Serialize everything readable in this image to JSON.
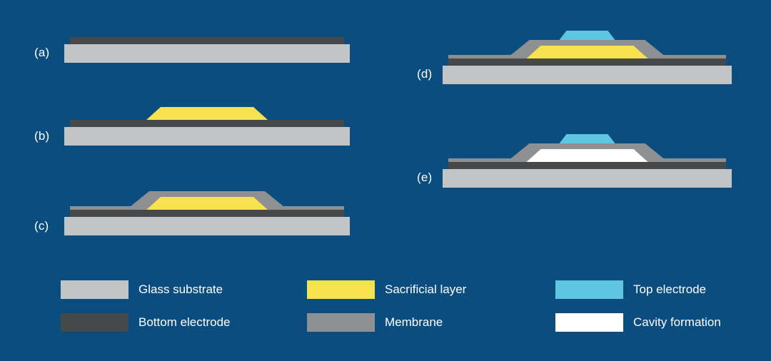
{
  "colors": {
    "background": "#0c4d7f",
    "glass_substrate": "#c3c4c6",
    "bottom_electrode": "#46484a",
    "sacrificial_layer": "#f6e14f",
    "membrane": "#8e9091",
    "top_electrode": "#5ec6e3",
    "cavity": "#ffffff",
    "text": "#ffffff"
  },
  "panels": [
    {
      "label": "(a)",
      "layers": [
        "glass_substrate",
        "bottom_electrode"
      ]
    },
    {
      "label": "(b)",
      "layers": [
        "glass_substrate",
        "bottom_electrode",
        "sacrificial_layer"
      ]
    },
    {
      "label": "(c)",
      "layers": [
        "glass_substrate",
        "bottom_electrode",
        "sacrificial_layer",
        "membrane"
      ]
    },
    {
      "label": "(d)",
      "layers": [
        "glass_substrate",
        "bottom_electrode",
        "sacrificial_layer",
        "membrane",
        "top_electrode"
      ]
    },
    {
      "label": "(e)",
      "layers": [
        "glass_substrate",
        "bottom_electrode",
        "cavity",
        "membrane",
        "top_electrode"
      ]
    }
  ],
  "legend": [
    {
      "label": "Glass substrate",
      "color_key": "glass_substrate"
    },
    {
      "label": "Sacrificial layer",
      "color_key": "sacrificial_layer"
    },
    {
      "label": "Top electrode",
      "color_key": "top_electrode"
    },
    {
      "label": "Bottom electrode",
      "color_key": "bottom_electrode"
    },
    {
      "label": "Membrane",
      "color_key": "membrane"
    },
    {
      "label": "Cavity formation",
      "color_key": "cavity"
    }
  ]
}
